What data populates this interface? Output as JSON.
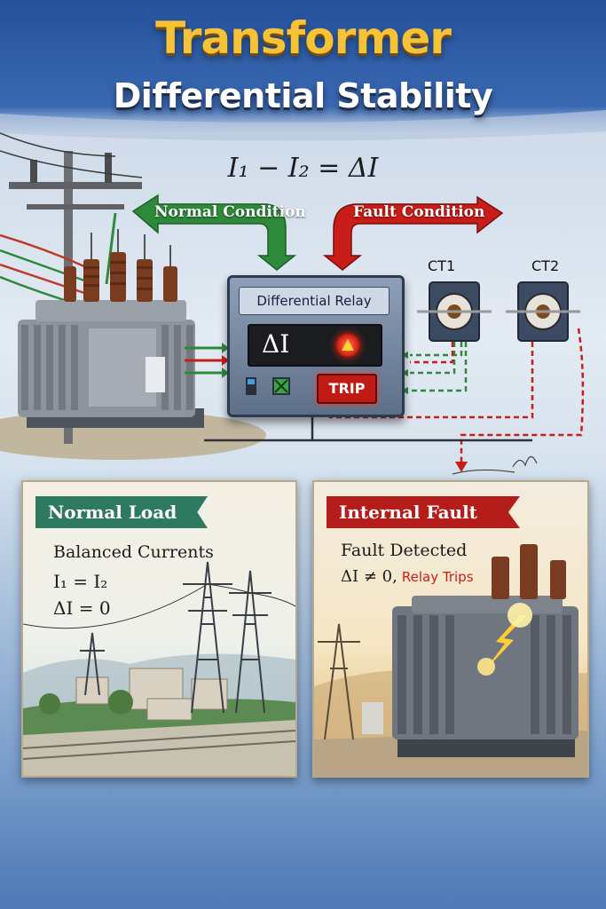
{
  "header": {
    "title": "Transformer",
    "subtitle": "Differential Stability"
  },
  "equation": "I₁ − I₂ = ΔI",
  "arrows": {
    "normal": "Normal Condition",
    "fault": "Fault Condition"
  },
  "relay": {
    "title": "Differential Relay",
    "display": "ΔI",
    "trip": "TRIP"
  },
  "ct": {
    "ct1": "CT1",
    "ct2": "CT2"
  },
  "normal_panel": {
    "banner": "Normal Load",
    "line1": "Balanced Currents",
    "line2": "I₁ = I₂",
    "line3": "ΔI = 0"
  },
  "fault_panel": {
    "banner": "Internal Fault",
    "line1": "Fault Detected",
    "line2_a": "ΔI ≠ 0,",
    "line2_b": "Relay Trips"
  },
  "colors": {
    "title": "#f6c238",
    "normal": "#2e8a3a",
    "fault": "#c81d18",
    "banner_normal": "#2e7a61",
    "banner_fault": "#b41d1a"
  }
}
